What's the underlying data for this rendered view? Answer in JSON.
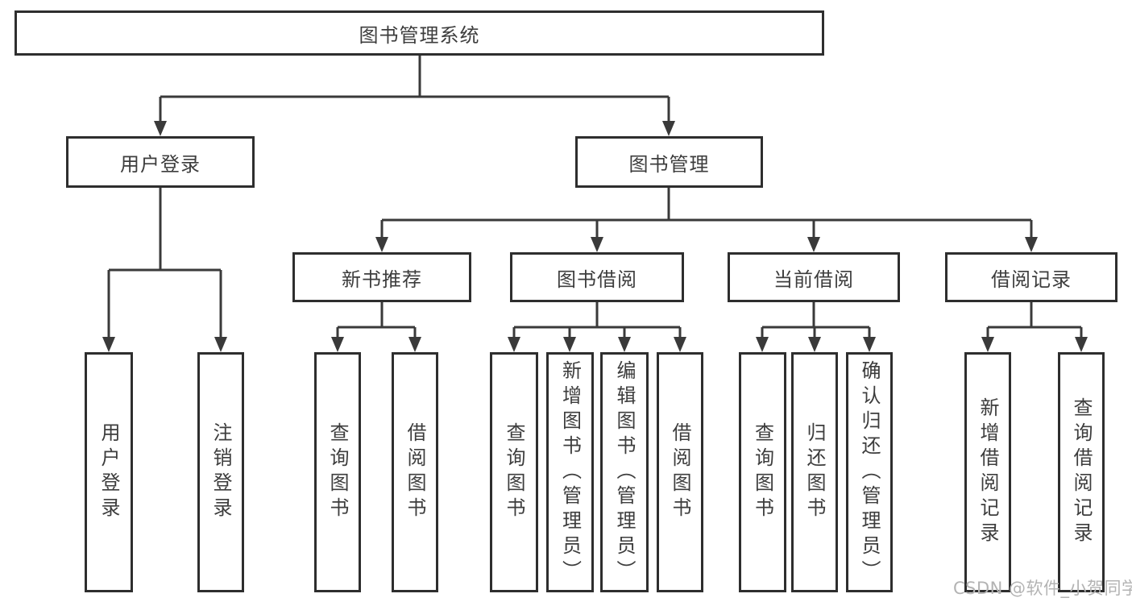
{
  "diagram": {
    "type": "hierarchy-tree",
    "tree": {
      "label": "图书管理系统",
      "children": [
        {
          "label": "用户登录",
          "children": [
            {
              "label": "用户登录"
            },
            {
              "label": "注销登录"
            }
          ]
        },
        {
          "label": "图书管理",
          "children": [
            {
              "label": "新书推荐",
              "children": [
                {
                  "label": "查询图书"
                },
                {
                  "label": "借阅图书"
                }
              ]
            },
            {
              "label": "图书借阅",
              "children": [
                {
                  "label": "查询图书"
                },
                {
                  "label": "新增图书（管理员）"
                },
                {
                  "label": "编辑图书（管理员）"
                },
                {
                  "label": "借阅图书"
                }
              ]
            },
            {
              "label": "当前借阅",
              "children": [
                {
                  "label": "查询图书"
                },
                {
                  "label": "归还图书"
                },
                {
                  "label": "确认归还（管理员）"
                }
              ]
            },
            {
              "label": "借阅记录",
              "children": [
                {
                  "label": "新增借阅记录"
                },
                {
                  "label": "查询借阅记录"
                }
              ]
            }
          ]
        }
      ]
    },
    "colors": {
      "box_border": "#2e2e2e",
      "connector": "#3a3a3a",
      "text": "#3d3d3d",
      "background": "#ffffff",
      "watermark_text_color": "#b3b3b3"
    }
  },
  "watermark": {
    "text": "CSDN @软件_小贺同学"
  }
}
